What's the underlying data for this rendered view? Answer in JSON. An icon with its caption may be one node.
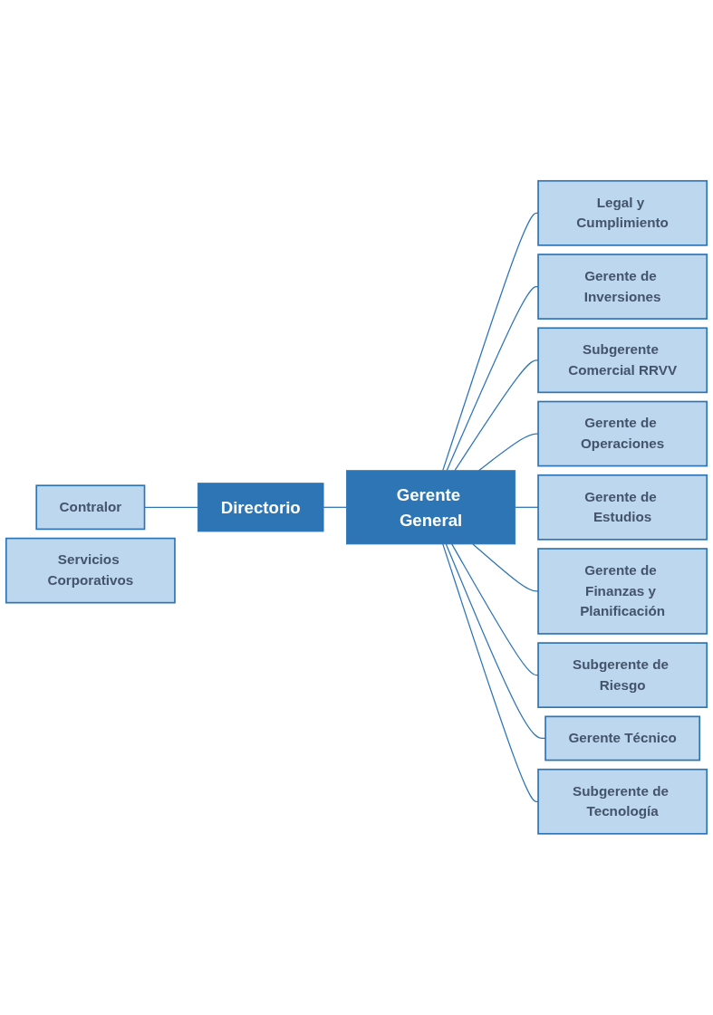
{
  "diagram": {
    "nodes": [
      {
        "text": [
          "Directorio"
        ]
      },
      {
        "text": [
          "Contralor"
        ]
      },
      {
        "text": [
          "Gerente General"
        ]
      },
      {
        "text": [
          "Legal y Cumplimiento"
        ]
      },
      {
        "text": [
          "Gerente de Inversiones"
        ]
      },
      {
        "text": [
          "Subgerente Comercial RRVV"
        ]
      },
      {
        "text": [
          "Gerente de Operaciones"
        ]
      },
      {
        "text": [
          "Gerente de Estudios"
        ]
      },
      {
        "text": [
          "Gerente de Finanzas y Planificación"
        ]
      },
      {
        "text": [
          "Subgerente de Riesgo"
        ]
      },
      {
        "text": [
          "Gerente Técnico"
        ]
      },
      {
        "text": [
          "Subgerente de Tecnología"
        ]
      },
      {
        "text": [
          "Servicios Corporativos"
        ]
      }
    ],
    "edges": [
      {
        "from": 0,
        "to": 2,
        "arrow": "none"
      },
      {
        "from": 1,
        "to": 0,
        "arrow": "none"
      },
      {
        "from": 2,
        "to": 3,
        "arrow": "none"
      },
      {
        "from": 2,
        "to": 4,
        "arrow": "none"
      },
      {
        "from": 2,
        "to": 5,
        "arrow": "none"
      },
      {
        "from": 2,
        "to": 6,
        "arrow": "none"
      },
      {
        "from": 2,
        "to": 7,
        "arrow": "none"
      },
      {
        "from": 2,
        "to": 8,
        "arrow": "none"
      },
      {
        "from": 2,
        "to": 9,
        "arrow": "none"
      },
      {
        "from": 2,
        "to": 10,
        "arrow": "none"
      },
      {
        "from": 2,
        "to": 11,
        "arrow": "none"
      }
    ]
  }
}
